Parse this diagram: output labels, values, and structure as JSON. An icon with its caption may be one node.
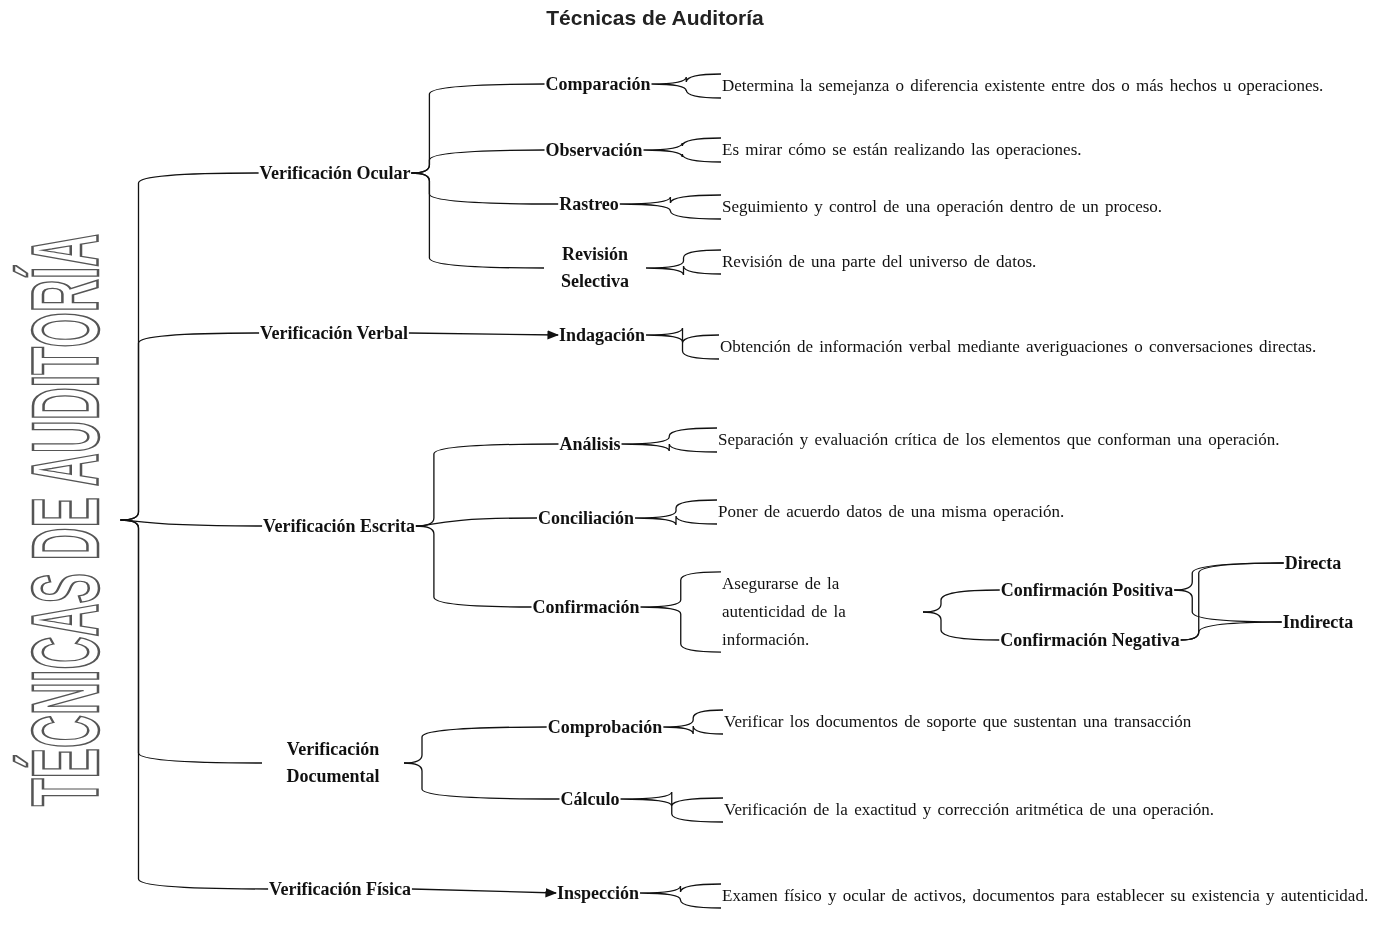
{
  "diagram": {
    "title": "Técnicas de Auditoría",
    "nodes": [
      {
        "text": [
          "TÉCNICAS DE AUDITORÍA"
        ]
      },
      {
        "text": [
          "Verificación Ocular"
        ]
      },
      {
        "text": [
          "Comparación"
        ]
      },
      {
        "text": [
          "Determina la semejanza o diferencia existente entre dos o más hechos u operaciones."
        ]
      },
      {
        "text": [
          "Observación"
        ]
      },
      {
        "text": [
          "Es mirar cómo se están realizando las operaciones."
        ]
      },
      {
        "text": [
          "Rastreo"
        ]
      },
      {
        "text": [
          "Seguimiento y control de una operación dentro de un proceso."
        ]
      },
      {
        "text": [
          "Revisión Selectiva"
        ]
      },
      {
        "text": [
          "Revisión de una parte del universo de datos."
        ]
      },
      {
        "text": [
          "Verificación Verbal"
        ]
      },
      {
        "text": [
          "Indagación"
        ]
      },
      {
        "text": [
          "Obtención de información verbal mediante averiguaciones o conversaciones directas."
        ]
      },
      {
        "text": [
          "Verificación Escrita"
        ]
      },
      {
        "text": [
          "Análisis"
        ]
      },
      {
        "text": [
          "Separación y evaluación crítica de los elementos que conforman una operación."
        ]
      },
      {
        "text": [
          "Conciliación"
        ]
      },
      {
        "text": [
          "Poner de acuerdo datos de una misma operación."
        ]
      },
      {
        "text": [
          "Confirmación"
        ]
      },
      {
        "text": [
          "Asegurarse de la autenticidad de la información."
        ]
      },
      {
        "text": [
          "Confirmación Positiva"
        ]
      },
      {
        "text": [
          "Confirmación Negativa"
        ]
      },
      {
        "text": [
          "Directa"
        ]
      },
      {
        "text": [
          "Indirecta"
        ]
      },
      {
        "text": [
          "Verificación Documental"
        ]
      },
      {
        "text": [
          "Comprobación"
        ]
      },
      {
        "text": [
          "Verificar los documentos de soporte que sustentan una transacción"
        ]
      },
      {
        "text": [
          "Cálculo"
        ]
      },
      {
        "text": [
          "Verificación de la exactitud y corrección aritmética de una operación."
        ]
      },
      {
        "text": [
          "Verificación Física"
        ]
      },
      {
        "text": [
          "Inspección"
        ]
      },
      {
        "text": [
          "Examen físico y ocular de activos, documentos para establecer su existencia y autenticidad."
        ]
      }
    ],
    "edges": [
      {
        "from": 0,
        "to": 1,
        "arrow": "none"
      },
      {
        "from": 0,
        "to": 10,
        "arrow": "none"
      },
      {
        "from": 0,
        "to": 13,
        "arrow": "none"
      },
      {
        "from": 0,
        "to": 24,
        "arrow": "none"
      },
      {
        "from": 0,
        "to": 29,
        "arrow": "none"
      },
      {
        "from": 1,
        "to": 2,
        "arrow": "none"
      },
      {
        "from": 1,
        "to": 4,
        "arrow": "none"
      },
      {
        "from": 1,
        "to": 6,
        "arrow": "none"
      },
      {
        "from": 1,
        "to": 8,
        "arrow": "none"
      },
      {
        "from": 2,
        "to": 3,
        "arrow": "none"
      },
      {
        "from": 4,
        "to": 5,
        "arrow": "none"
      },
      {
        "from": 6,
        "to": 7,
        "arrow": "none"
      },
      {
        "from": 8,
        "to": 9,
        "arrow": "none"
      },
      {
        "from": 10,
        "to": 11,
        "arrow": "to"
      },
      {
        "from": 11,
        "to": 12,
        "arrow": "none"
      },
      {
        "from": 13,
        "to": 14,
        "arrow": "none"
      },
      {
        "from": 13,
        "to": 16,
        "arrow": "none"
      },
      {
        "from": 13,
        "to": 18,
        "arrow": "none"
      },
      {
        "from": 14,
        "to": 15,
        "arrow": "none"
      },
      {
        "from": 16,
        "to": 17,
        "arrow": "none"
      },
      {
        "from": 18,
        "to": 19,
        "arrow": "none"
      },
      {
        "from": 19,
        "to": 20,
        "arrow": "none"
      },
      {
        "from": 19,
        "to": 21,
        "arrow": "none"
      },
      {
        "from": 20,
        "to": 22,
        "arrow": "none"
      },
      {
        "from": 20,
        "to": 23,
        "arrow": "none"
      },
      {
        "from": 21,
        "to": 22,
        "arrow": "none"
      },
      {
        "from": 21,
        "to": 23,
        "arrow": "none"
      },
      {
        "from": 24,
        "to": 25,
        "arrow": "none"
      },
      {
        "from": 24,
        "to": 27,
        "arrow": "none"
      },
      {
        "from": 25,
        "to": 26,
        "arrow": "none"
      },
      {
        "from": 27,
        "to": 28,
        "arrow": "none"
      },
      {
        "from": 29,
        "to": 30,
        "arrow": "to"
      },
      {
        "from": 30,
        "to": 31,
        "arrow": "none"
      }
    ]
  }
}
